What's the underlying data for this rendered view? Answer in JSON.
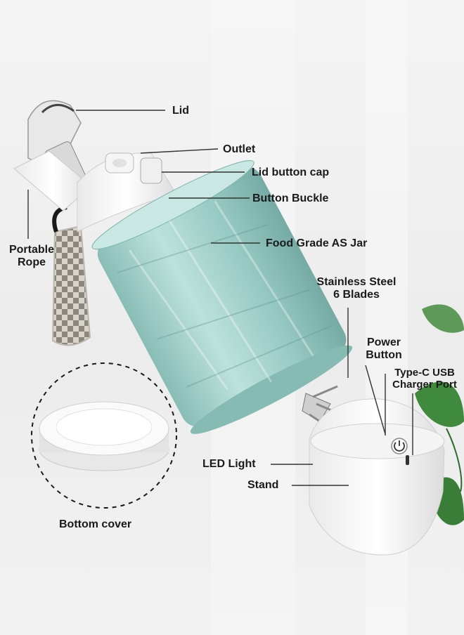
{
  "labels": {
    "lid": "Lid",
    "outlet": "Outlet",
    "lid_button_cap": "Lid button cap",
    "button_buckle": "Button Buckle",
    "food_grade_jar": "Food Grade AS Jar",
    "portable_rope_line1": "Portable",
    "portable_rope_line2": "Rope",
    "blades_line1": "Stainless Steel",
    "blades_line2": "6 Blades",
    "power_button_line1": "Power",
    "power_button_line2": "Button",
    "typec_line1": "Type-C USB",
    "typec_line2": "Charger Port",
    "led_light": "LED Light",
    "stand": "Stand",
    "bottom_cover": "Bottom cover"
  },
  "colors": {
    "jar": "#9fcfc8",
    "jar_dark": "#6faaa2",
    "white_part": "#fbfbfb",
    "leaf": "#3f8a3c",
    "label_text": "#1a1a1a"
  },
  "icons": [
    "power-icon",
    "strap-pattern",
    "leaf-icon"
  ]
}
